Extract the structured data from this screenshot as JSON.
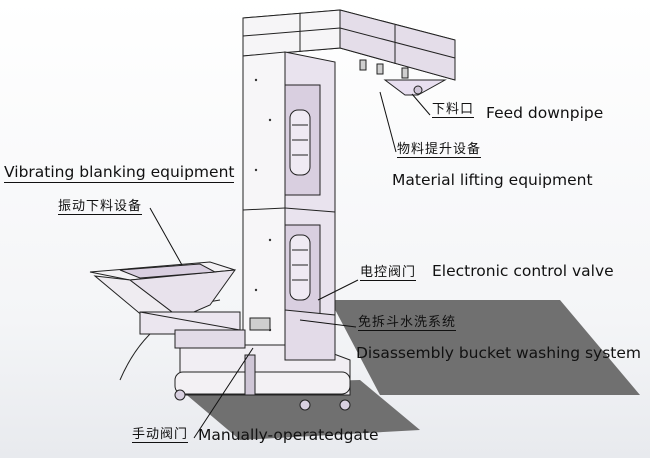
{
  "labels": {
    "feed_downpipe_cn": "下料口",
    "feed_downpipe_en": "Feed downpipe",
    "material_lifting_cn": "物料提升设备",
    "material_lifting_en": "Material lifting equipment",
    "vibrating_blanking_en": "Vibrating blanking equipment",
    "vibrating_blanking_cn": "振动下料设备",
    "electronic_valve_cn": "电控阀门",
    "electronic_valve_en": "Electronic control valve",
    "bucket_washing_cn": "免拆斗水洗系统",
    "bucket_washing_en": "Disassembly bucket washing system",
    "manual_gate_cn": "手动阀门",
    "manual_gate_en": "Manually-operatedgate"
  },
  "colors": {
    "machine_face": "#f3f1f4",
    "machine_side": "#d9cfe0",
    "shadow": "#6e6e6e",
    "line": "#222222",
    "accent_window": "#e8dff0"
  }
}
